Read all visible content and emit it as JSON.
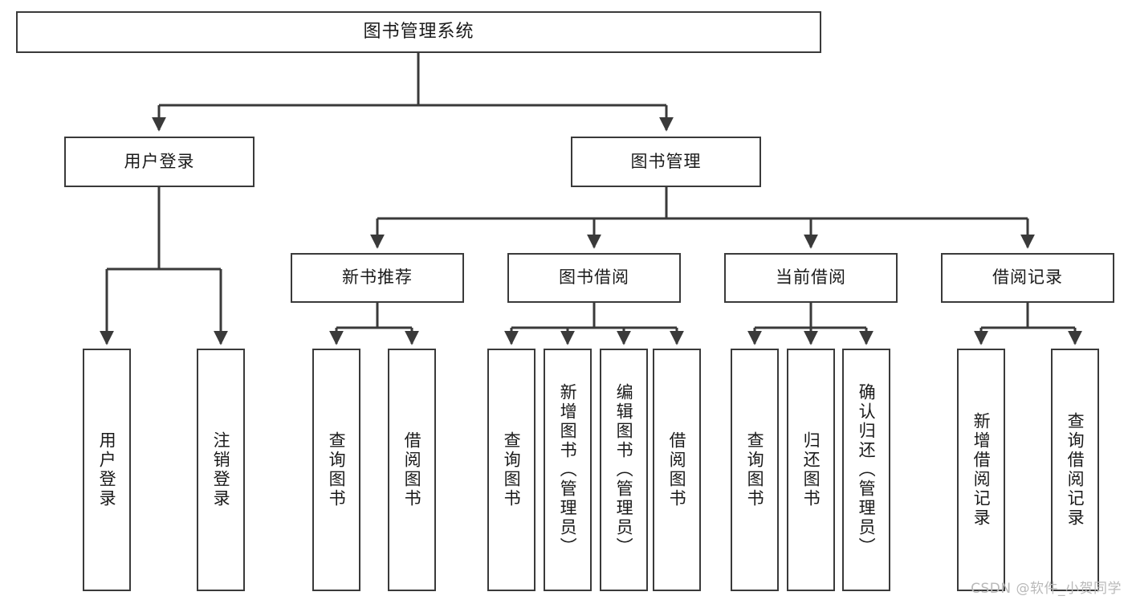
{
  "diagram": {
    "title": "图书管理系统",
    "type": "tree",
    "watermark": "CSDN @软件_小贺同学",
    "colors": {
      "stroke": "#3a3a3a",
      "fill": "#ffffff",
      "text": "#1a1a1a",
      "watermark": "#b9b9b9"
    },
    "root": {
      "label": "图书管理系统"
    },
    "level2": [
      {
        "label": "用户登录"
      },
      {
        "label": "图书管理"
      }
    ],
    "level3": [
      {
        "label": "新书推荐"
      },
      {
        "label": "图书借阅"
      },
      {
        "label": "当前借阅"
      },
      {
        "label": "借阅记录"
      }
    ],
    "leaves": {
      "user_login": [
        {
          "label": "用户登录"
        },
        {
          "label": "注销登录"
        }
      ],
      "new_book_recommend": [
        {
          "label": "查询图书"
        },
        {
          "label": "借阅图书"
        }
      ],
      "book_borrow": [
        {
          "label": "查询图书"
        },
        {
          "label": "新增图书（管理员）"
        },
        {
          "label": "编辑图书（管理员）"
        },
        {
          "label": "借阅图书"
        }
      ],
      "current_borrow": [
        {
          "label": "查询图书"
        },
        {
          "label": "归还图书"
        },
        {
          "label": "确认归还（管理员）"
        }
      ],
      "borrow_records": [
        {
          "label": "新增借阅记录"
        },
        {
          "label": "查询借阅记录"
        }
      ]
    }
  }
}
